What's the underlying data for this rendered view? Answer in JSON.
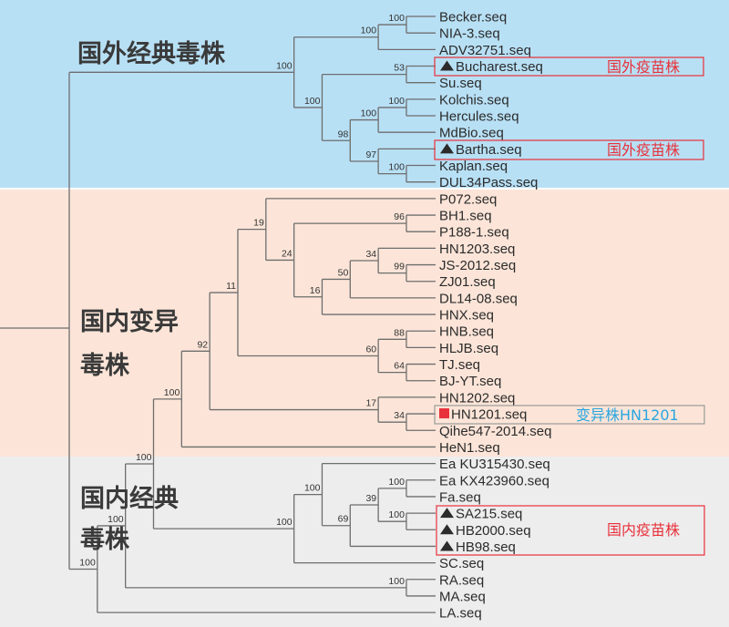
{
  "colors": {
    "foreign_band": "#b8e0f5",
    "variant_band": "#fce5d8",
    "domestic_band": "#ededee",
    "vaccine_red": "#e8313a",
    "variant_blue": "#2aa6e0"
  },
  "groups": {
    "foreign_classic": "国外经典毒株",
    "domestic_variant_line1": "国内变异",
    "domestic_variant_line2": "毒株",
    "domestic_classic_line1": "国内经典",
    "domestic_classic_line2": "毒株"
  },
  "annotations": {
    "foreign_vaccine_1": "国外疫苗株",
    "foreign_vaccine_2": "国外疫苗株",
    "variant_hn1201": "变异株HN1201",
    "domestic_vaccine": "国内疫苗株"
  },
  "leaves": [
    {
      "name": "Becker.seq"
    },
    {
      "name": "NIA-3.seq"
    },
    {
      "name": "ADV32751.seq"
    },
    {
      "name": "Bucharest.seq",
      "marker": "triangle"
    },
    {
      "name": "Su.seq"
    },
    {
      "name": "Kolchis.seq"
    },
    {
      "name": "Hercules.seq"
    },
    {
      "name": "MdBio.seq"
    },
    {
      "name": "Bartha.seq",
      "marker": "triangle"
    },
    {
      "name": "Kaplan.seq"
    },
    {
      "name": "DUL34Pass.seq"
    },
    {
      "name": "P072.seq"
    },
    {
      "name": "BH1.seq"
    },
    {
      "name": "P188-1.seq"
    },
    {
      "name": "HN1203.seq"
    },
    {
      "name": "JS-2012.seq"
    },
    {
      "name": "ZJ01.seq"
    },
    {
      "name": "DL14-08.seq"
    },
    {
      "name": "HNX.seq"
    },
    {
      "name": "HNB.seq"
    },
    {
      "name": "HLJB.seq"
    },
    {
      "name": "TJ.seq"
    },
    {
      "name": "BJ-YT.seq"
    },
    {
      "name": "HN1202.seq"
    },
    {
      "name": "HN1201.seq",
      "marker": "red-square"
    },
    {
      "name": "Qihe547-2014.seq"
    },
    {
      "name": "HeN1.seq"
    },
    {
      "name": "Ea KU315430.seq"
    },
    {
      "name": "Ea KX423960.seq"
    },
    {
      "name": "Fa.seq"
    },
    {
      "name": "SA215.seq",
      "marker": "triangle"
    },
    {
      "name": "HB2000.seq",
      "marker": "triangle"
    },
    {
      "name": "HB98.seq",
      "marker": "triangle"
    },
    {
      "name": "SC.seq"
    },
    {
      "name": "RA.seq"
    },
    {
      "name": "MA.seq"
    },
    {
      "name": "LA.seq"
    }
  ],
  "tree": {
    "c": [
      {
        "b": "100",
        "c": [
          {
            "b": "100",
            "c": [
              {
                "b": "100",
                "c": [
                  0,
                  1
                ]
              },
              2
            ]
          },
          {
            "b": "100",
            "c": [
              {
                "b": "53",
                "c": [
                  3,
                  4
                ]
              },
              {
                "b": "98",
                "c": [
                  {
                    "b": "100",
                    "c": [
                      {
                        "b": "100",
                        "c": [
                          5,
                          6
                        ]
                      },
                      7
                    ]
                  },
                  {
                    "b": "97",
                    "c": [
                      8,
                      {
                        "b": "100",
                        "c": [
                          9,
                          10
                        ]
                      }
                    ]
                  }
                ]
              }
            ]
          }
        ]
      },
      {
        "b": "100",
        "c": [
          {
            "b": "100",
            "c": [
              {
                "b": "100",
                "c": [
                  {
                    "b": "100",
                    "c": [
                      {
                        "b": "92",
                        "c": [
                          {
                            "b": "11",
                            "c": [
                              {
                                "b": "19",
                                "c": [
                                  11,
                                  {
                                    "b": "24",
                                    "c": [
                                      {
                                        "b": "96",
                                        "c": [
                                          12,
                                          13
                                        ]
                                      },
                                      {
                                        "b": "16",
                                        "c": [
                                          {
                                            "b": "50",
                                            "c": [
                                              {
                                                "b": "34",
                                                "c": [
                                                  14,
                                                  {
                                                    "b": "99",
                                                    "c": [
                                                      15,
                                                      16
                                                    ]
                                                  }
                                                ]
                                              },
                                              17
                                            ]
                                          },
                                          18
                                        ]
                                      }
                                    ]
                                  }
                                ]
                              },
                              {
                                "b": "60",
                                "c": [
                                  {
                                    "b": "88",
                                    "c": [
                                      19,
                                      20
                                    ]
                                  },
                                  {
                                    "b": "64",
                                    "c": [
                                      21,
                                      22
                                    ]
                                  }
                                ]
                              }
                            ]
                          },
                          {
                            "b": "17",
                            "c": [
                              23,
                              {
                                "b": "34",
                                "c": [
                                  24,
                                  25
                                ]
                              }
                            ]
                          }
                        ]
                      },
                      26
                    ]
                  },
                  {
                    "b": "100",
                    "c": [
                      {
                        "b": "100",
                        "c": [
                          27,
                          {
                            "b": "69",
                            "c": [
                              {
                                "b": "39",
                                "c": [
                                  {
                                    "b": "100",
                                    "c": [
                                      28,
                                      29
                                    ]
                                  },
                                  {
                                    "b": "100",
                                    "c": [
                                      30,
                                      31
                                    ]
                                  }
                                ]
                              },
                              32
                            ]
                          }
                        ]
                      },
                      33
                    ]
                  }
                ]
              },
              {
                "b": "100",
                "c": [
                  34,
                  35
                ]
              }
            ]
          },
          36
        ]
      }
    ]
  }
}
